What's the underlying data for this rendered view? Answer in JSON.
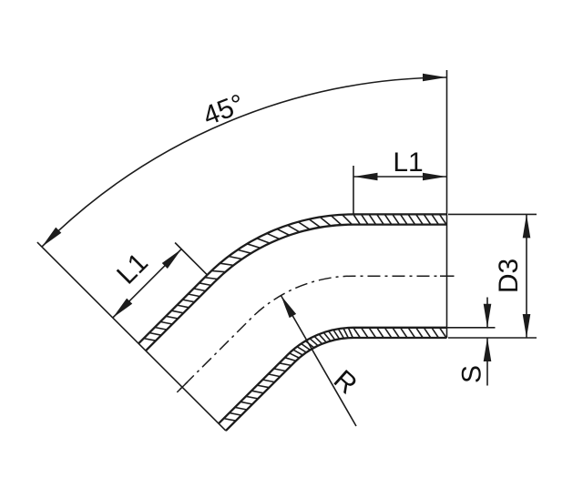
{
  "document": {
    "type": "technical drawing",
    "subject": "45-degree pipe elbow sectional view with weld-wall hatching",
    "background_color": "#ffffff",
    "line_color": "#1c1c1c"
  },
  "labels": {
    "bend_angle": "45°",
    "tangent_length_right": "L1",
    "tangent_length_left": "L1",
    "outside_diameter": "D3",
    "wall_thickness": "S",
    "bend_radius": "R"
  }
}
